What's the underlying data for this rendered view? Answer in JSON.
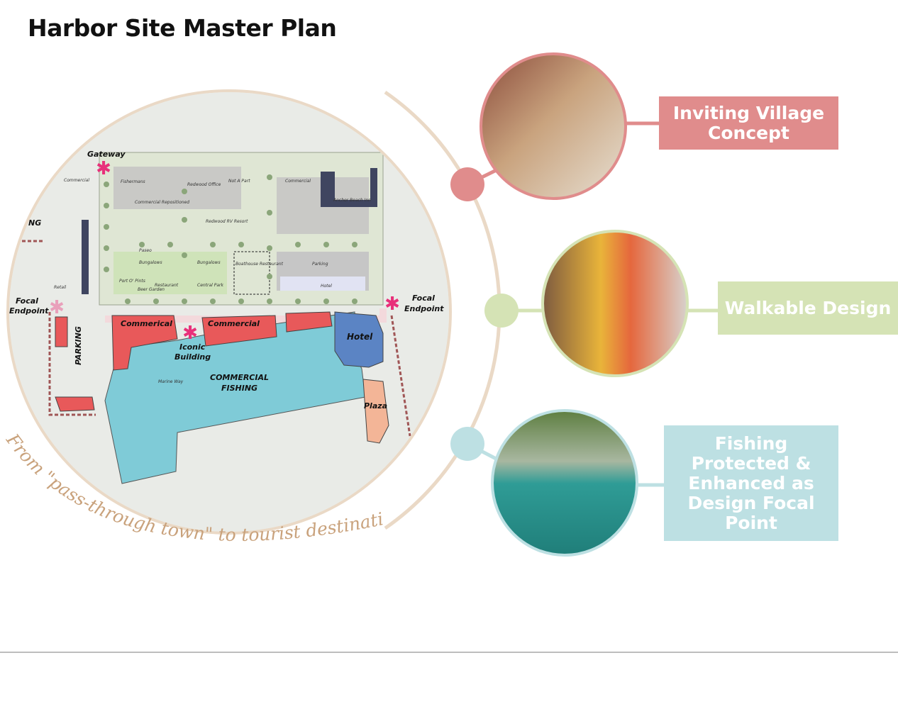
{
  "title": "Harbor Site Master Plan",
  "tagline": "From \"pass-through town\" to tourist destination.",
  "map": {
    "labels": {
      "gateway": "Gateway",
      "focal_left": [
        "Focal",
        "Endpoint"
      ],
      "focal_right": [
        "Focal",
        "Endpoint"
      ],
      "parking": "PARKING",
      "ng": "NG",
      "commercial_1": "Commerical",
      "commercial_2": "Commercial",
      "iconic": [
        "Iconic",
        "Building"
      ],
      "fishing": [
        "COMMERCIAL",
        "FISHING"
      ],
      "hotel": "Hotel",
      "plaza": "Plaza",
      "marine_way": "Marine Way"
    },
    "small_labels": {
      "commercial_a": "Commercial",
      "fishermans": "Fishermans",
      "commercial_repositioned": "Commercial Repositioned",
      "redwood_office": "Redwood Office",
      "not_a_part": "Not A Part",
      "commercial_b": "Commercial",
      "anchor_beach_inn": "Anchor Beach Inn",
      "redwood_rv": "Redwood RV Resort",
      "bungalows_1": "Bungalows",
      "bungalows_2": "Bungalows",
      "boathouse": "Boathouse Restaurant",
      "parking": "Parking",
      "hotel": "Hotel",
      "port_o_pints": "Port O' Pints",
      "beer_garden": "Beer Garden",
      "restaurant": "Restaurant",
      "central_park": "Central Park",
      "retail": "Retail",
      "paseo": "Paseo"
    }
  },
  "concepts": [
    {
      "label": "Inviting Village Concept",
      "photo": "outdoor-dining-photo",
      "color": "#e08c8c"
    },
    {
      "label": "Walkable Design",
      "photo": "shoppers-walking-photo",
      "color": "#d5e3b5"
    },
    {
      "label": "Fishing Protected & Enhanced as Design Focal Point",
      "photo": "harbor-aerial-photo",
      "color": "#bde0e3"
    }
  ],
  "colors": {
    "arc": "#ead9c6",
    "commercial": "#e8595a",
    "fishing": "#6cc6d3",
    "hotel": "#5b84c4",
    "plaza": "#f3b597",
    "star": "#e8307a"
  }
}
